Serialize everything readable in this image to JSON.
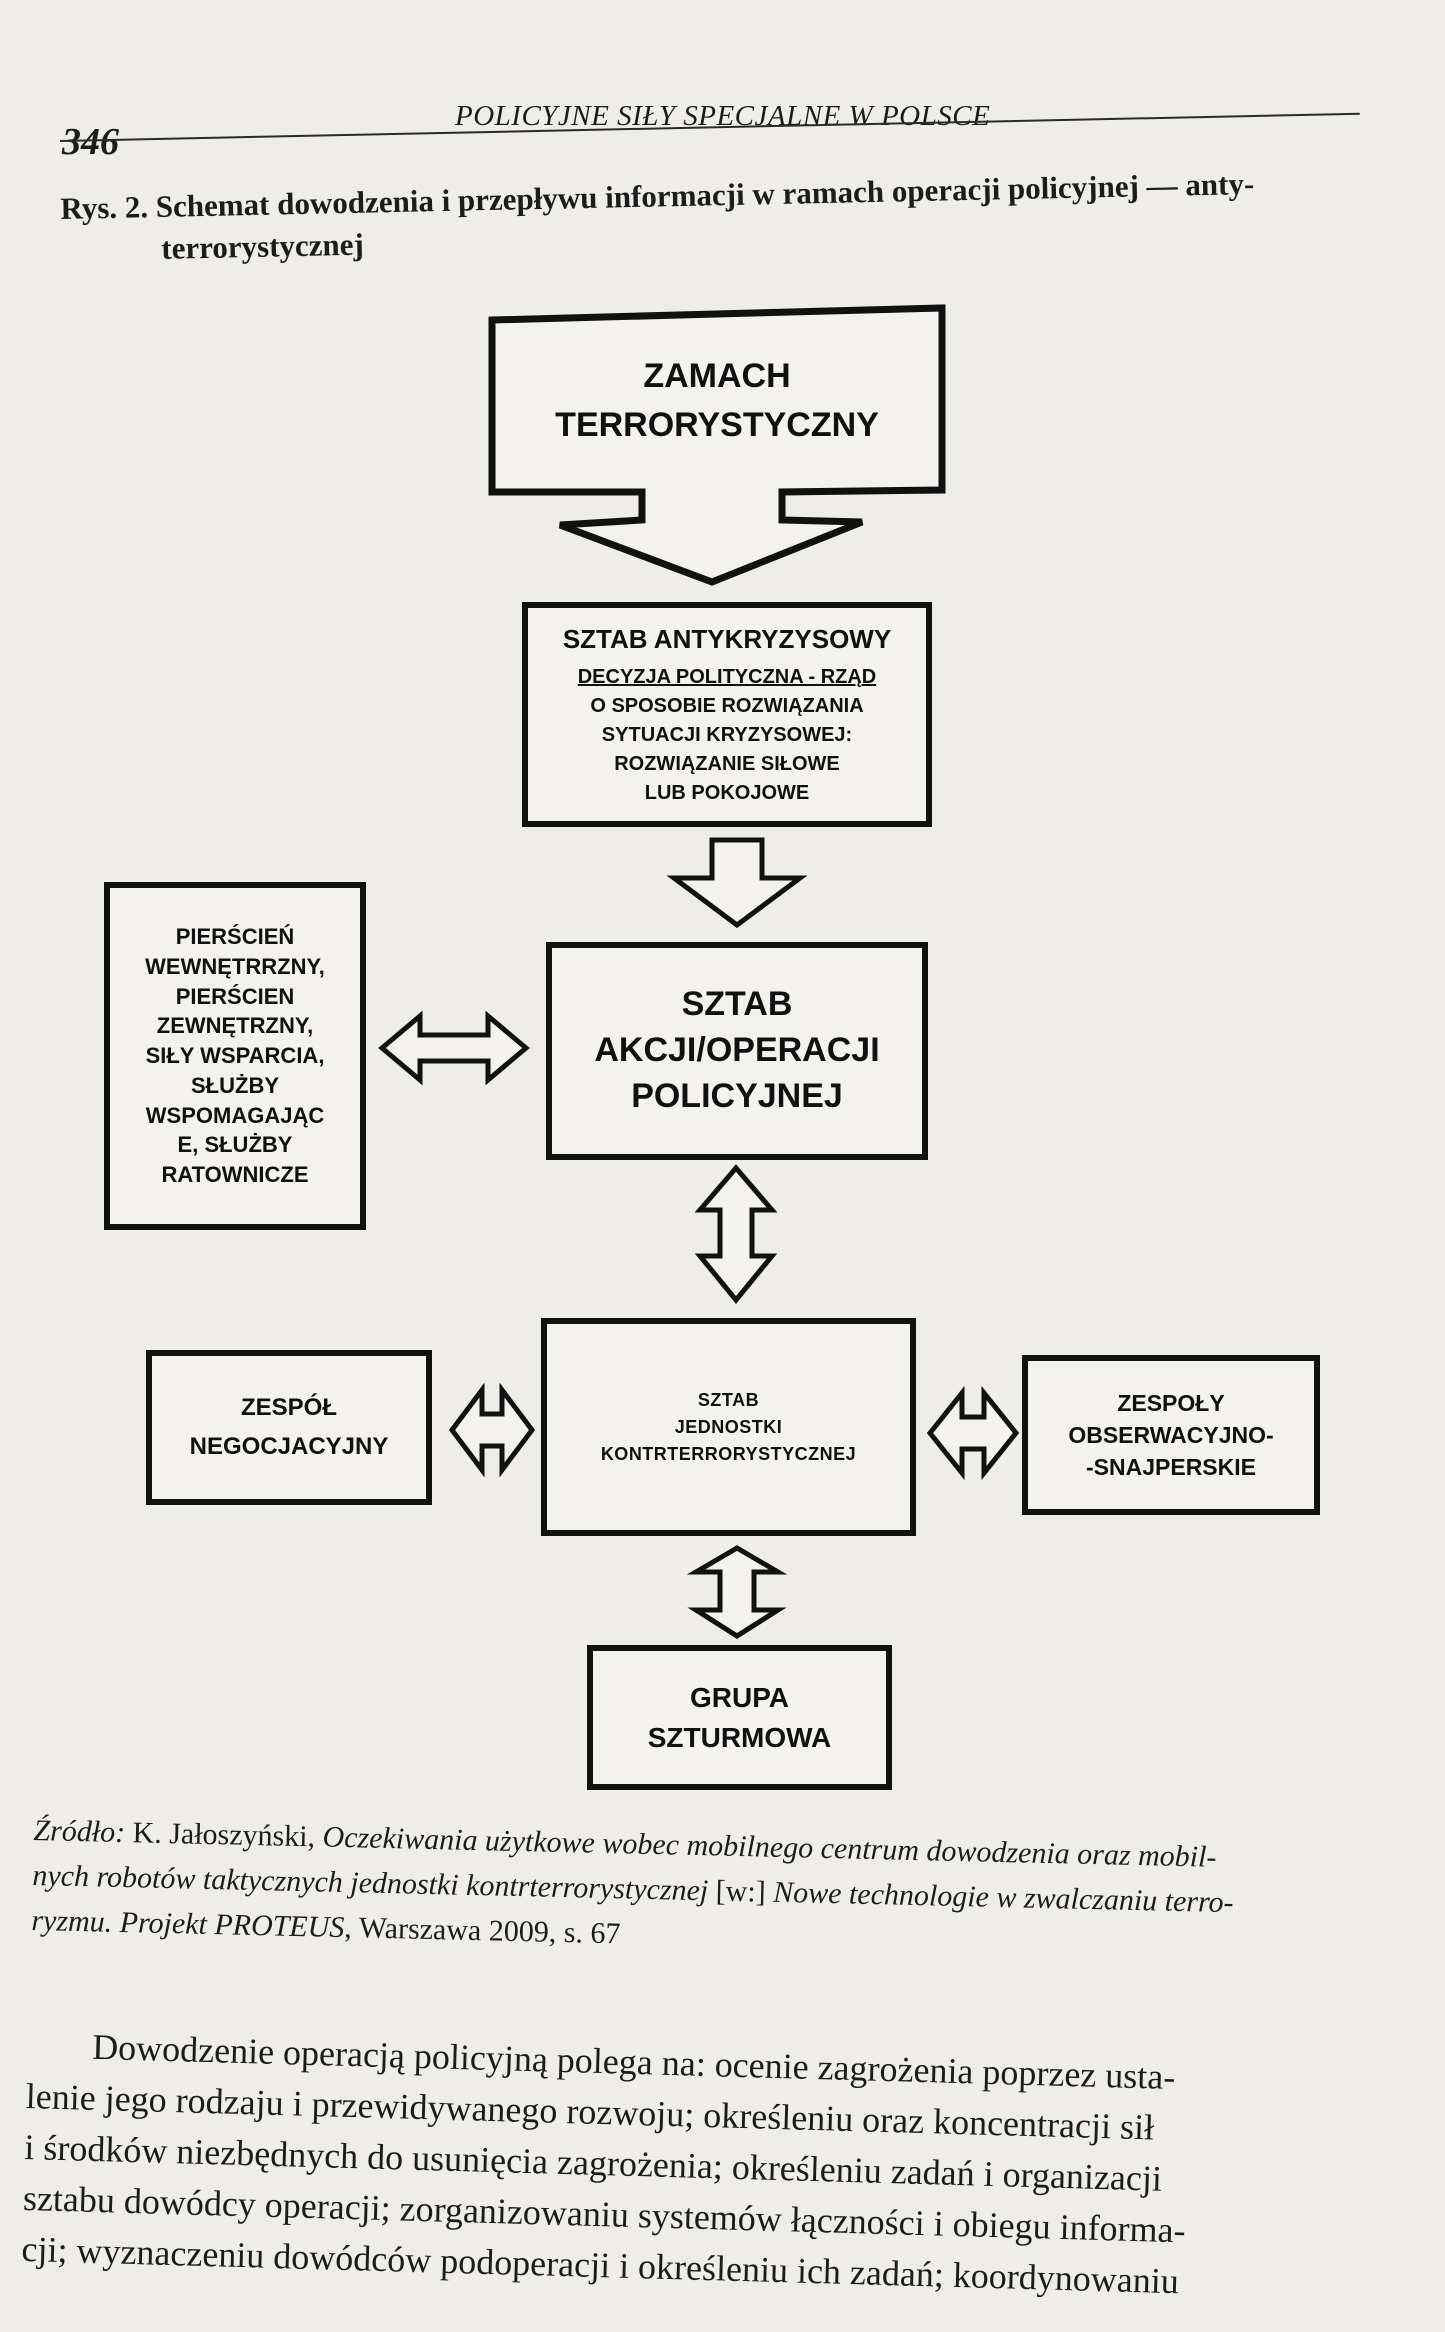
{
  "header": {
    "page_number": "346",
    "running_title": "POLICYJNE SIŁY SPECJALNE W POLSCE"
  },
  "figure": {
    "caption_line1": "Rys. 2. Schemat dowodzenia i przepływu informacji w ramach operacji policyjnej — anty-",
    "caption_line2": "terrorystycznej",
    "boxes": {
      "zamach": [
        "ZAMACH",
        "TERRORYSTYCZNY"
      ],
      "antykryzysowy": {
        "title": "SZTAB ANTYKRYZYSOWY",
        "underlined": "DECYZJA POLITYCZNA - RZĄD",
        "lines": [
          "O SPOSOBIE ROZWIĄZANIA",
          "SYTUACJI KRYZYSOWEJ:",
          "ROZWIĄZANIE SIŁOWE",
          "LUB POKOJOWE"
        ]
      },
      "akcji": [
        "SZTAB",
        "AKCJI/OPERACJI",
        "POLICYJNEJ"
      ],
      "pierscien": [
        "PIERŚCIEŃ",
        "WEWNĘTRRZNY,",
        "PIERŚCIEN",
        "ZEWNĘTRZNY,",
        "SIŁY WSPARCIA,",
        "SŁUŻBY",
        "WSPOMAGAJĄC",
        "E, SŁUŻBY",
        "RATOWNICZE"
      ],
      "jednostka": [
        "SZTAB",
        "JEDNOSTKI",
        "KONTRTERRORYSTYCZNEJ"
      ],
      "negocjacyjny": [
        "ZESPÓŁ",
        "NEGOCJACYJNY"
      ],
      "obserwacyjne": [
        "ZESPOŁY",
        "OBSERWACYJNO-",
        "-SNAJPERSKIE"
      ],
      "szturmowa": [
        "GRUPA",
        "SZTURMOWA"
      ]
    }
  },
  "source": {
    "prefix": "Źródło:",
    "author": " K. Jałoszyński, ",
    "title": "Oczekiwania użytkowe wobec mobilnego centrum dowodzenia oraz mobil-",
    "line2a": "nych robotów taktycznych jednostki kontrterrorystycznej",
    "line2b": " [w:] ",
    "line2c": "Nowe technologie w zwalczaniu terro-",
    "line3a": "ryzmu. Projekt PROTEUS",
    "line3b": ", Warszawa 2009, s. 67"
  },
  "body": {
    "lines": [
      "Dowodzenie operacją policyjną polega na: ocenie zagrożenia poprzez usta-",
      "lenie jego rodzaju i przewidywanego rozwoju; określeniu oraz koncentracji sił",
      "i środków niezbędnych do usunięcia zagrożenia; określeniu zadań i organizacji",
      "sztabu dowódcy operacji; zorganizowaniu systemów łączności i obiegu informa-",
      "cji; wyznaczeniu dowódców podoperacji i określeniu ich zadań; koordynowaniu"
    ]
  }
}
